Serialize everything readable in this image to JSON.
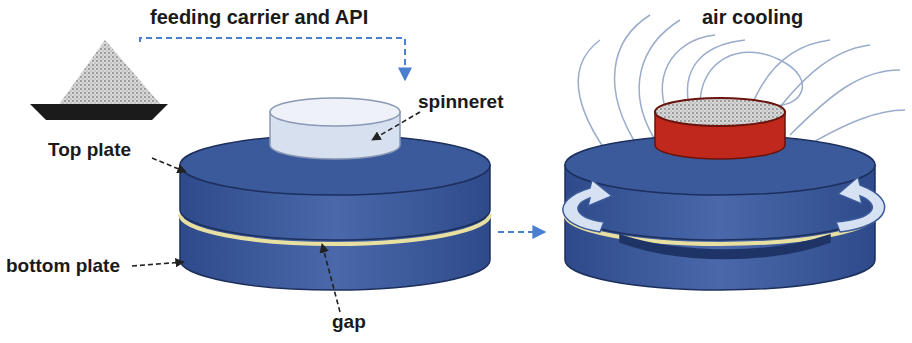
{
  "diagram": {
    "labels": [
      "feeding carrier and API",
      "air cooling",
      "spinneret",
      "Top plate",
      "bottom plate",
      "gap"
    ]
  }
}
